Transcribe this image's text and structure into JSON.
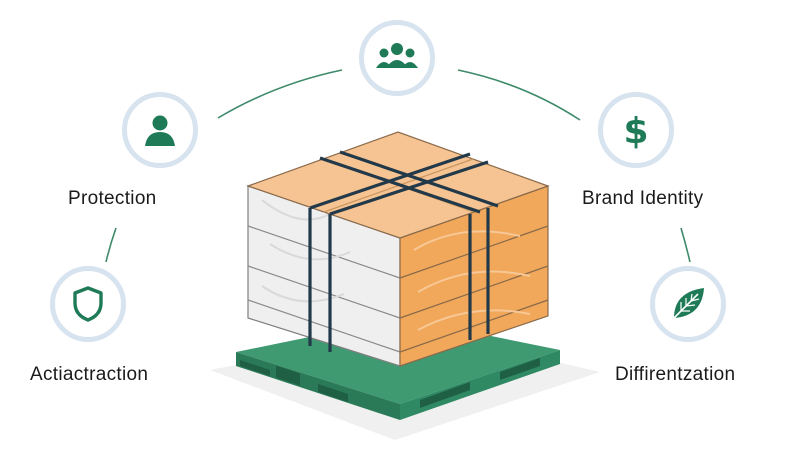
{
  "colors": {
    "accent_green": "#1e7a57",
    "ring": "#d7e3ee",
    "connector": "#3d8a6a",
    "box_light": "#f7c796",
    "box_side": "#f1a85a",
    "box_wrap": "#e8e8e8",
    "pallet": "#2f8a64"
  },
  "nodes": [
    {
      "id": "audience",
      "icon": "users-icon",
      "label": ""
    },
    {
      "id": "protection",
      "icon": "person-icon",
      "label": "Protection"
    },
    {
      "id": "brand",
      "icon": "dollar-icon",
      "label": "Brand Identity"
    },
    {
      "id": "attraction",
      "icon": "shield-icon",
      "label": "Actiactraction"
    },
    {
      "id": "differentiation",
      "icon": "leaf-icon",
      "label": "Diffirentzation"
    }
  ],
  "center": {
    "icon": "wrapped-pallet-boxes"
  }
}
